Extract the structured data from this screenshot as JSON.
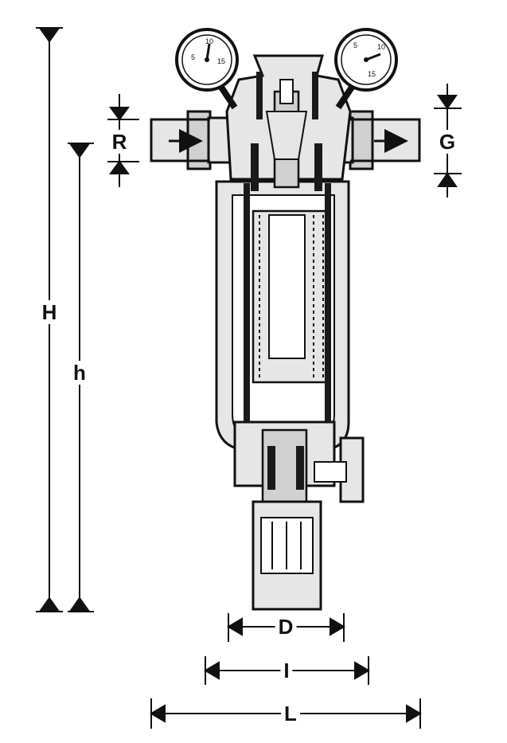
{
  "dimensions": {
    "H": "H",
    "h": "h",
    "R": "R",
    "G": "G",
    "D": "D",
    "I": "I",
    "L": "L"
  },
  "gauges": {
    "left": {
      "ticks": [
        "5",
        "10",
        "15"
      ]
    },
    "right": {
      "ticks": [
        "5",
        "10",
        "15"
      ]
    }
  },
  "colors": {
    "line": "#111111",
    "metal_fill": "#e6e6e6",
    "section_dark": "#1a1a1a",
    "background": "#ffffff"
  }
}
